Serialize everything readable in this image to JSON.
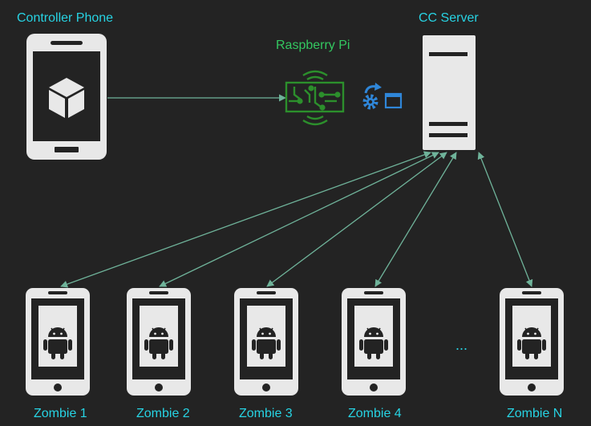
{
  "labels": {
    "controller": "Controller Phone",
    "raspberry": "Raspberry Pi",
    "server": "CC Server",
    "ellipsis": "...",
    "zombies": [
      "Zombie 1",
      "Zombie 2",
      "Zombie 3",
      "Zombie 4",
      "Zombie N"
    ]
  },
  "icons": {
    "controller_app": "cube-icon",
    "raspberry": "circuit-board-icon",
    "settings_window": "gear-window-icon",
    "zombie_app": "android-icon"
  },
  "colors": {
    "background": "#232323",
    "device": "#e8e8e8",
    "cyan_text": "#27d3e3",
    "green_text": "#33c760",
    "arrow": "#6fb39a",
    "pi_green": "#2c8f2c",
    "blue_icon": "#2f86d8"
  }
}
